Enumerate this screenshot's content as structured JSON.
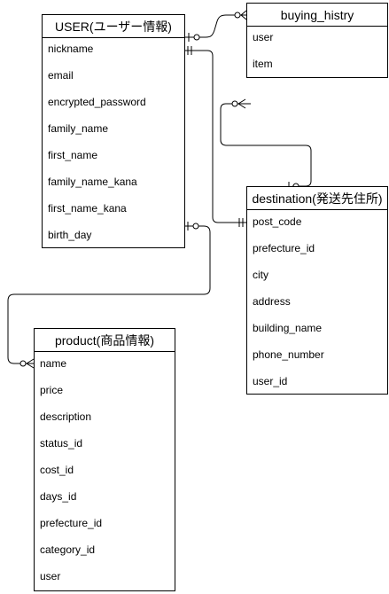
{
  "entities": {
    "user": {
      "title": "USER(ユーザー情報)",
      "attributes": [
        "nickname",
        "email",
        "encrypted_password",
        "family_name",
        "first_name",
        "family_name_kana",
        "first_name_kana",
        "birth_day"
      ]
    },
    "buying": {
      "title": "buying_histry",
      "attributes": [
        "user",
        "item"
      ]
    },
    "destination": {
      "title": "destination(発送先住所)",
      "attributes": [
        "post_code",
        "prefecture_id",
        "city",
        "address",
        "building_name",
        "phone_number",
        "user_id"
      ]
    },
    "product": {
      "title": "product(商品情報)",
      "attributes": [
        "name",
        "price",
        "description",
        "status_id",
        "cost_id",
        "days_id",
        "prefecture_id",
        "category_id",
        "user"
      ]
    }
  }
}
